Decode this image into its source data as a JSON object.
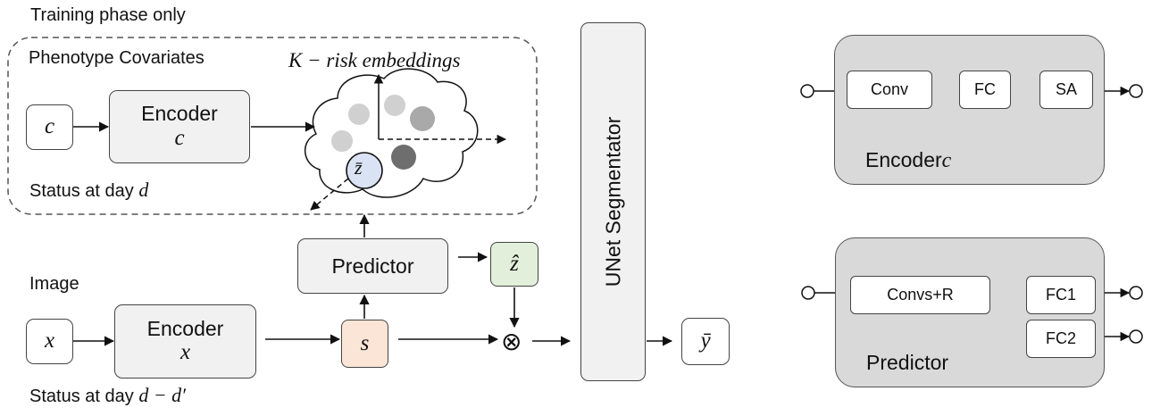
{
  "training_label": "Training phase only",
  "phenotype_label": "Phenotype Covariates",
  "embeddings_label_math": "K − risk embeddings",
  "c_input": "c",
  "encoder_c": {
    "title": "Encoder",
    "var": "c"
  },
  "status_top": "Status at day",
  "status_top_var": "d",
  "z_bar": "z̄",
  "predictor_label": "Predictor",
  "z_hat": "ẑ",
  "image_label": "Image",
  "x_input": "x",
  "encoder_x": {
    "title": "Encoder",
    "var": "x"
  },
  "s_label": "s",
  "otimes": "⊗",
  "unet_label": "UNet Segmentator",
  "y_bar": "ȳ",
  "status_bottom": "Status at day",
  "status_bottom_var": "d − d′",
  "encoder_panel": {
    "conv": "Conv",
    "fc": "FC",
    "sa": "SA",
    "title": "Encoder",
    "title_var": "c"
  },
  "predictor_panel": {
    "convs": "Convs+R",
    "fc1": "FC1",
    "fc2": "FC2",
    "title": "Predictor"
  }
}
